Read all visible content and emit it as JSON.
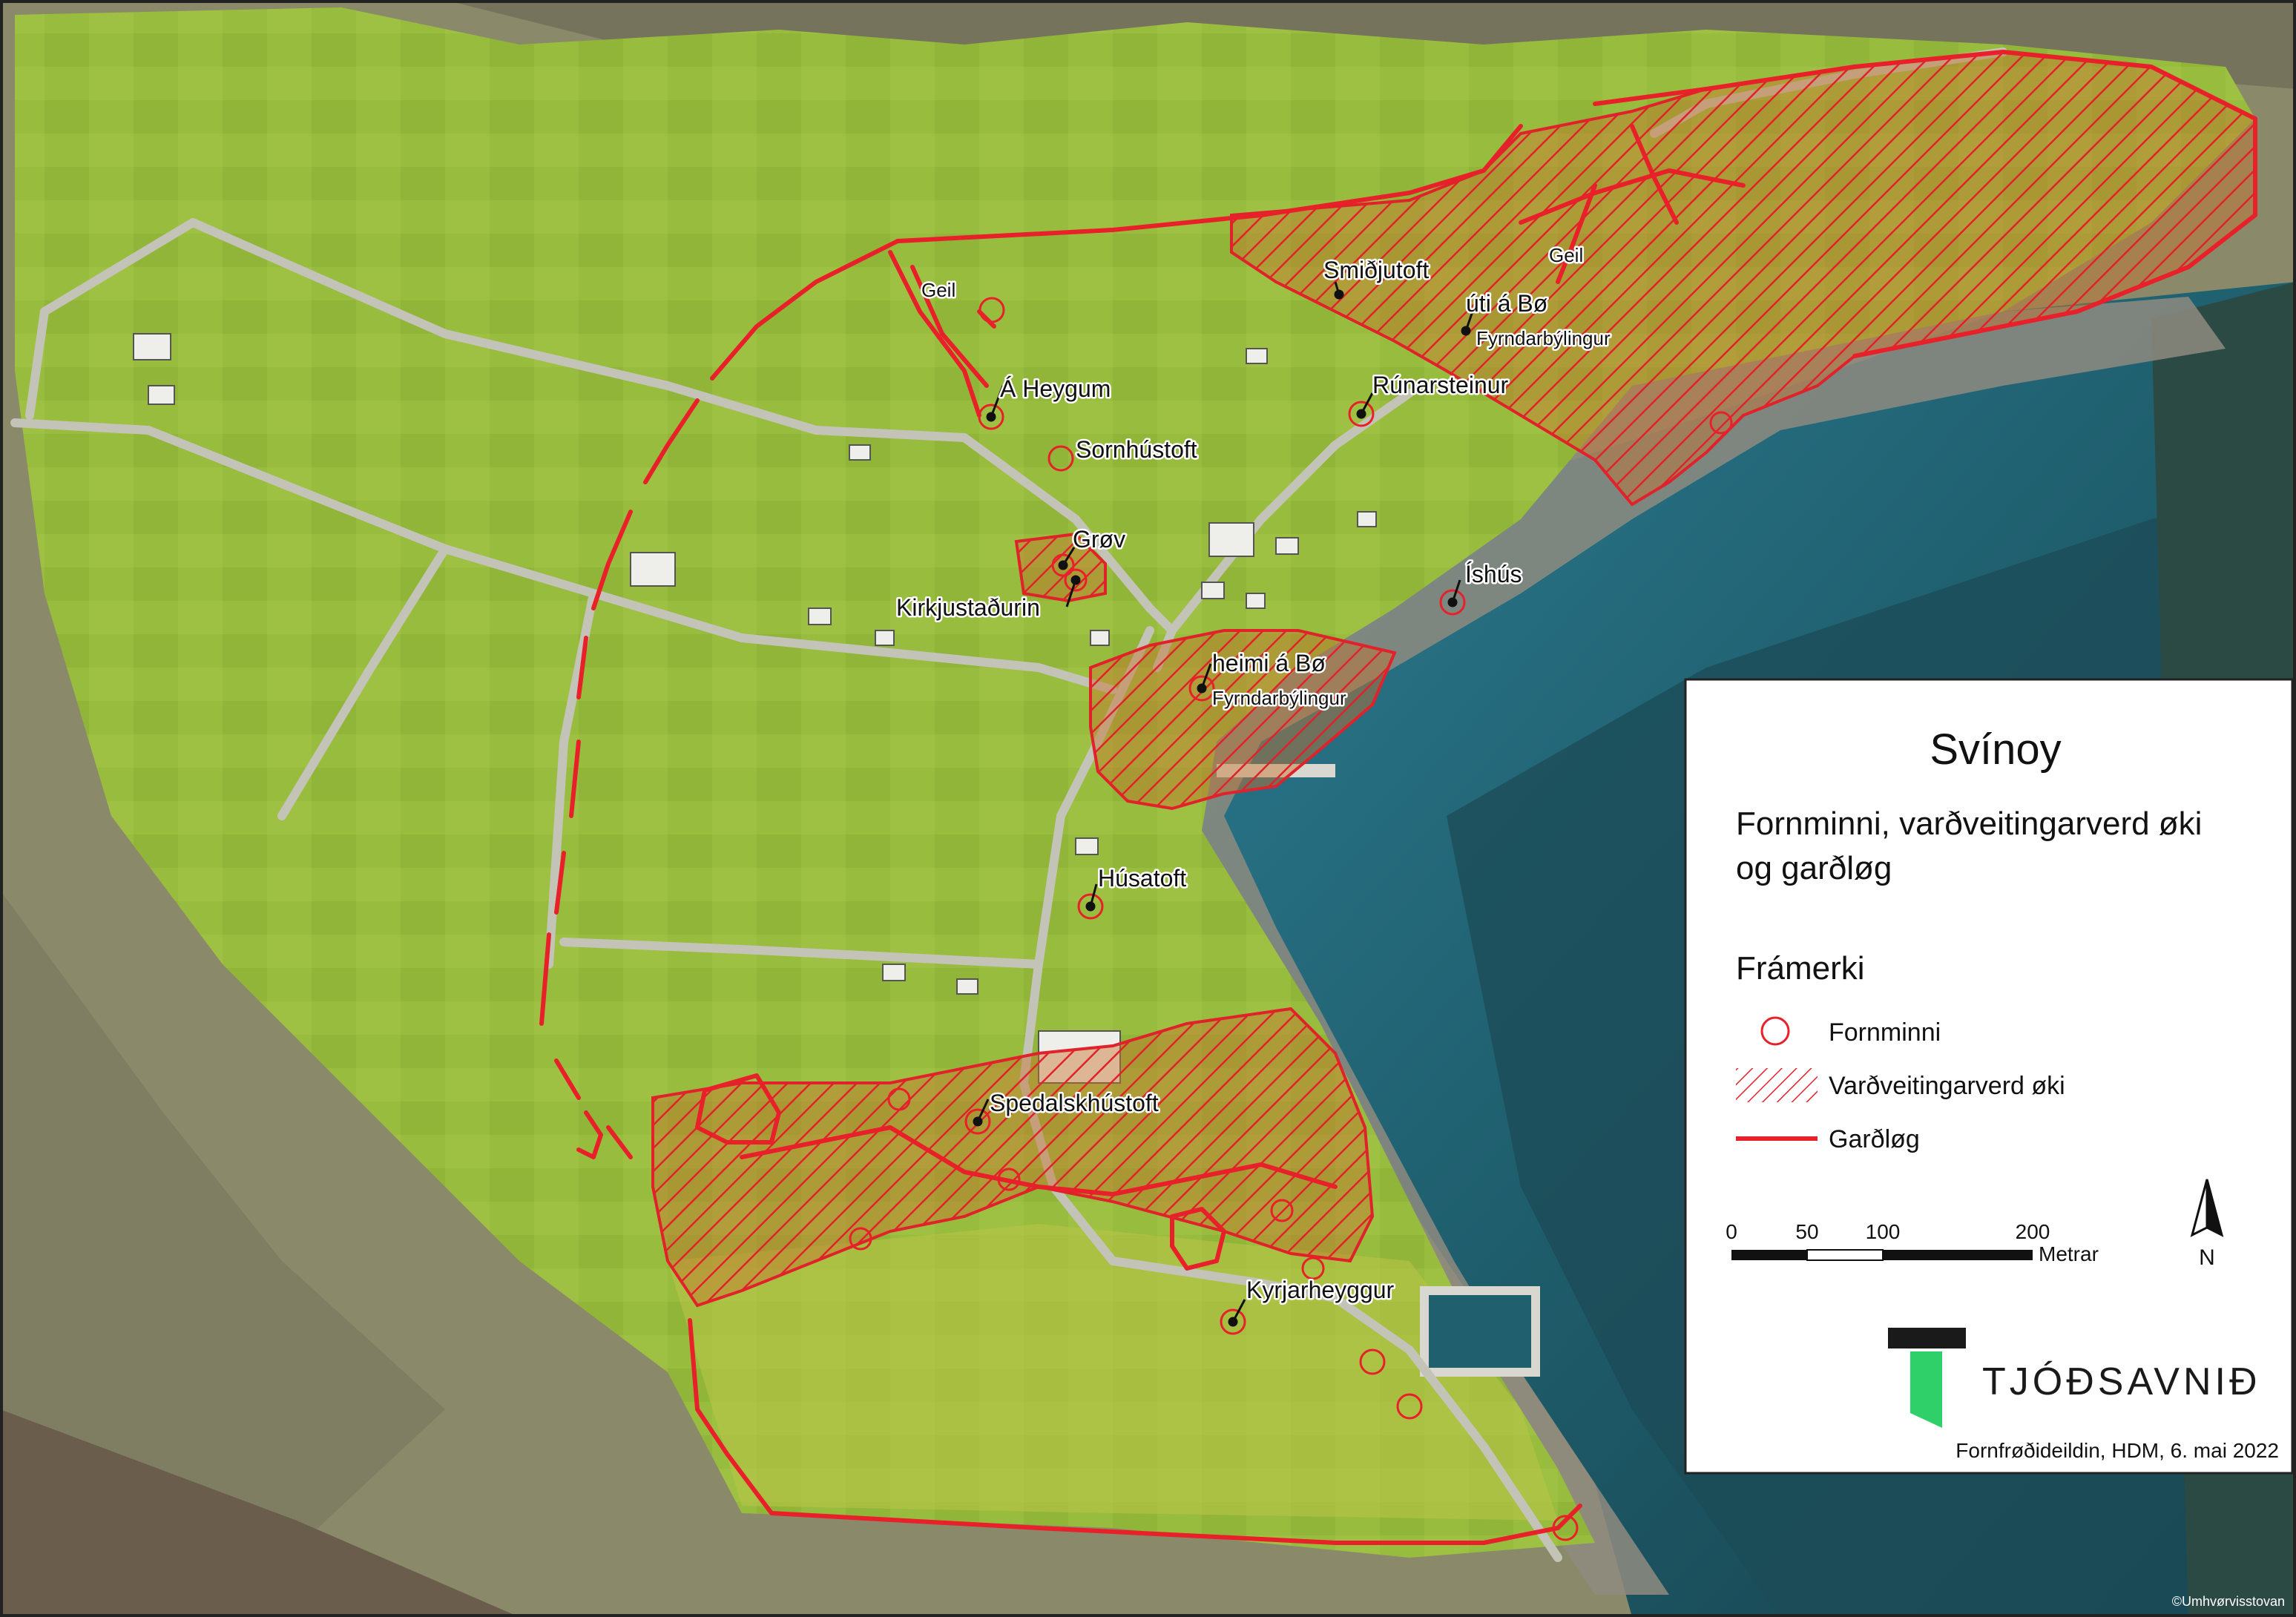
{
  "colors": {
    "wall_red": "#e8202a",
    "hatch_red": "#d8262c",
    "hatch_fill": "#c86a2a",
    "grass": "#8fb63a",
    "grass_light": "#a9c64a",
    "sea": "#1f5f6e",
    "sea_deep": "#174653",
    "road": "#bdbdb5",
    "rock": "#7a776c",
    "logo_green": "#2fcf6a",
    "logo_black": "#1a1a1a"
  },
  "legend": {
    "title": "Svínoy",
    "subtitle_line1": "Fornminni, varðveitingarverd øki",
    "subtitle_line2": "og garðløg",
    "heading": "Frámerki",
    "items": [
      {
        "symbol": "circle",
        "label": "Fornminni"
      },
      {
        "symbol": "hatch",
        "label": "Varðveitingarverd øki"
      },
      {
        "symbol": "line",
        "label": "Garðløg"
      }
    ],
    "scale": {
      "ticks": [
        "0",
        "50",
        "100",
        "200"
      ],
      "unit": "Metrar"
    },
    "north": "N",
    "logo_text": "TJÓÐSAVNIÐ",
    "credit": "Fornfrøðideildin, HDM,  6. mai 2022"
  },
  "copyright": "©Umhvørvisstovan",
  "places": [
    {
      "id": "a-heygum",
      "name": "Á Heygum"
    },
    {
      "id": "sornhustoft",
      "name": "Sornhústoft"
    },
    {
      "id": "grov",
      "name": "Grøv"
    },
    {
      "id": "kirkjustadurin",
      "name": "Kirkjustaðurin"
    },
    {
      "id": "smidjutoft",
      "name": "Smiðjutoft"
    },
    {
      "id": "uti-a-bo",
      "name": "úti á Bø"
    },
    {
      "id": "fyrndar-1",
      "name": "Fyrndarbýlingur"
    },
    {
      "id": "runarsteinur",
      "name": "Rúnarsteinur"
    },
    {
      "id": "ishus",
      "name": "Íshús"
    },
    {
      "id": "heimi-a-bo",
      "name": "heimi á Bø"
    },
    {
      "id": "fyrndar-2",
      "name": "Fyrndarbýlingur"
    },
    {
      "id": "husatoft",
      "name": "Húsatoft"
    },
    {
      "id": "spedalskhustoft",
      "name": "Spedalskhústoft"
    },
    {
      "id": "kyrjarheyggur",
      "name": "Kyrjarheyggur"
    },
    {
      "id": "geil-1",
      "name": "Geil"
    },
    {
      "id": "geil-2",
      "name": "Geil"
    }
  ]
}
